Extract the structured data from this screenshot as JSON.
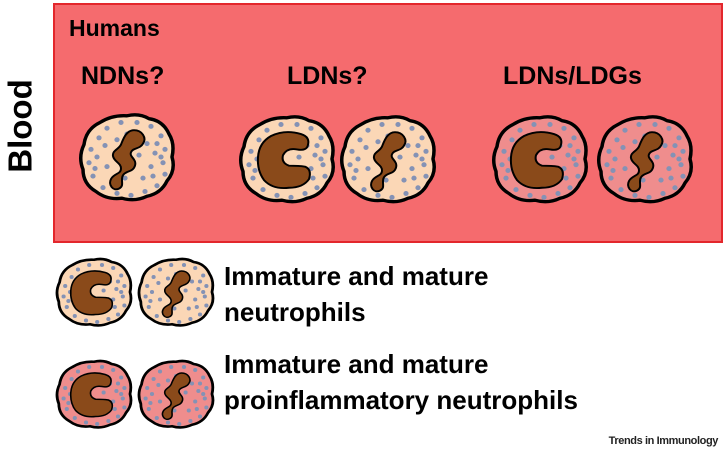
{
  "side_label": "Blood",
  "box": {
    "title": "Humans",
    "groups": [
      {
        "label": "NDNs?"
      },
      {
        "label": "LDNs?"
      },
      {
        "label": "LDNs/LDGs"
      }
    ]
  },
  "legend": {
    "items": [
      {
        "lines": [
          "Immature and mature",
          "neutrophils"
        ]
      },
      {
        "lines": [
          "Immature and mature",
          "proinflammatory neutrophils"
        ]
      }
    ]
  },
  "footer": {
    "credit": "Trends in Immunology"
  },
  "colors": {
    "box_fill": "#f56b6e",
    "box_border": "#e3272c",
    "cell_normal_fill": "#fbd7b6",
    "cell_inflamed_fill": "#ef8d8d",
    "nucleus": "#8a4a1a",
    "granule": "#8492b5"
  }
}
